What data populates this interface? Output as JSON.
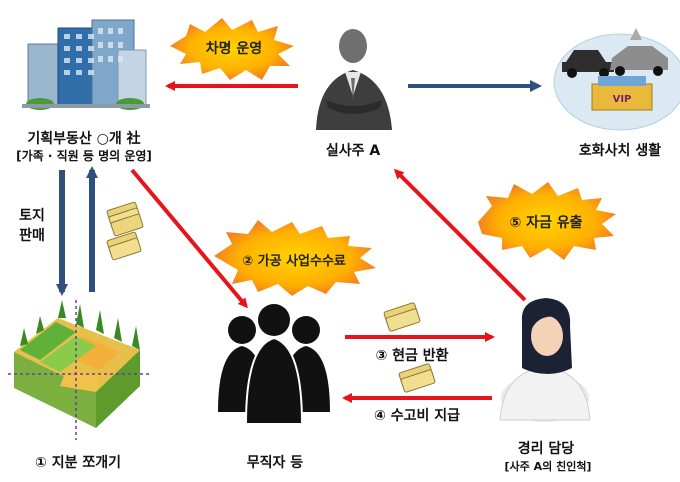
{
  "nodes": {
    "company": {
      "title": "기획부동산 ○개 社",
      "subtitle": "[가족 · 직원 등 명의 운영]"
    },
    "owner": {
      "title": "실사주 A"
    },
    "luxury": {
      "title": "호화사치 생활",
      "vip_label": "VIP"
    },
    "land": {
      "title": "① 지분 쪼개기"
    },
    "unemployed": {
      "title": "무직자 등"
    },
    "accountant": {
      "title": "경리 담당",
      "subtitle": "[사주 A의 친인척]"
    }
  },
  "edges": {
    "nominee_operation": "차명 운영",
    "land_sale": "토지\n판매",
    "fake_commission": "② 가공 사업수수료",
    "cash_return": "③ 현금 반환",
    "fee_payment": "④ 수고비 지급",
    "fund_outflow": "⑤ 자금 유출"
  },
  "colors": {
    "red_arrow": "#e8141b",
    "blue_arrow": "#2f4f7f",
    "burst_orange": "#f58220",
    "burst_yellow": "#ffd400"
  }
}
